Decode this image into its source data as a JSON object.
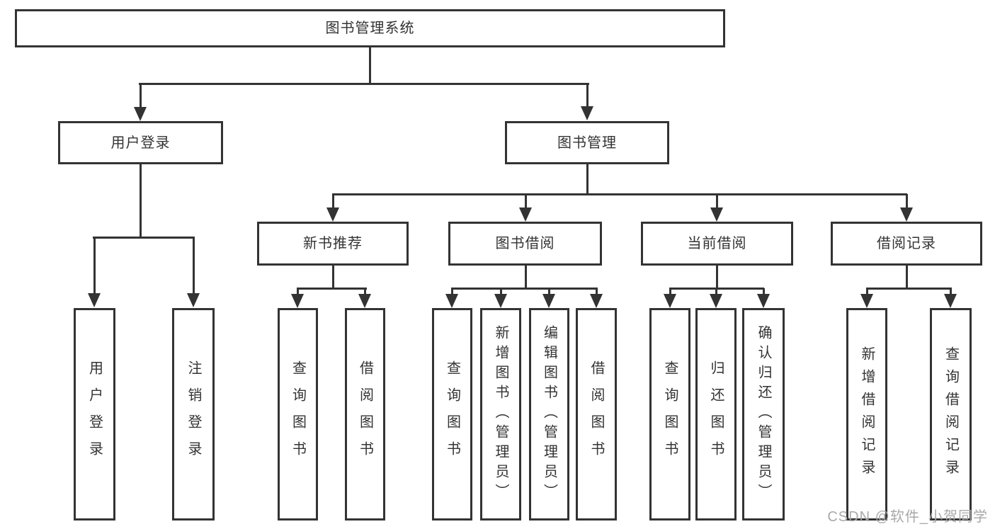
{
  "diagram_title": "图书管理系统",
  "colors": {
    "line": "#333333",
    "text": "#333333",
    "background": "#ffffff",
    "watermark": "#a9a9a9"
  },
  "nodes": {
    "root": {
      "label": "图书管理系统"
    },
    "user_login": {
      "label": "用户登录"
    },
    "book_mgmt": {
      "label": "图书管理"
    },
    "new_books": {
      "label": "新书推荐"
    },
    "borrowing": {
      "label": "图书借阅"
    },
    "current": {
      "label": "当前借阅"
    },
    "records": {
      "label": "借阅记录"
    },
    "leaf_login": {
      "label": "用户登录"
    },
    "leaf_logout": {
      "label": "注销登录"
    },
    "leaf_nb_query": {
      "label": "查询图书"
    },
    "leaf_nb_borrow": {
      "label": "借阅图书"
    },
    "leaf_bw_query": {
      "label": "查询图书"
    },
    "leaf_bw_add": {
      "label": "新增图书（管理员）"
    },
    "leaf_bw_edit": {
      "label": "编辑图书（管理员）"
    },
    "leaf_bw_borrow": {
      "label": "借阅图书"
    },
    "leaf_cur_query": {
      "label": "查询图书"
    },
    "leaf_cur_return": {
      "label": "归还图书"
    },
    "leaf_cur_confirm": {
      "label": "确认归还（管理员）"
    },
    "leaf_rec_add": {
      "label": "新增借阅记录"
    },
    "leaf_rec_query": {
      "label": "查询借阅记录"
    }
  },
  "hierarchy": {
    "root": [
      "user_login",
      "book_mgmt"
    ],
    "user_login": [
      "leaf_login",
      "leaf_logout"
    ],
    "book_mgmt": [
      "new_books",
      "borrowing",
      "current",
      "records"
    ],
    "new_books": [
      "leaf_nb_query",
      "leaf_nb_borrow"
    ],
    "borrowing": [
      "leaf_bw_query",
      "leaf_bw_add",
      "leaf_bw_edit",
      "leaf_bw_borrow"
    ],
    "current": [
      "leaf_cur_query",
      "leaf_cur_return",
      "leaf_cur_confirm"
    ],
    "records": [
      "leaf_rec_add",
      "leaf_rec_query"
    ]
  },
  "watermark": "CSDN @软件_小贺同学"
}
